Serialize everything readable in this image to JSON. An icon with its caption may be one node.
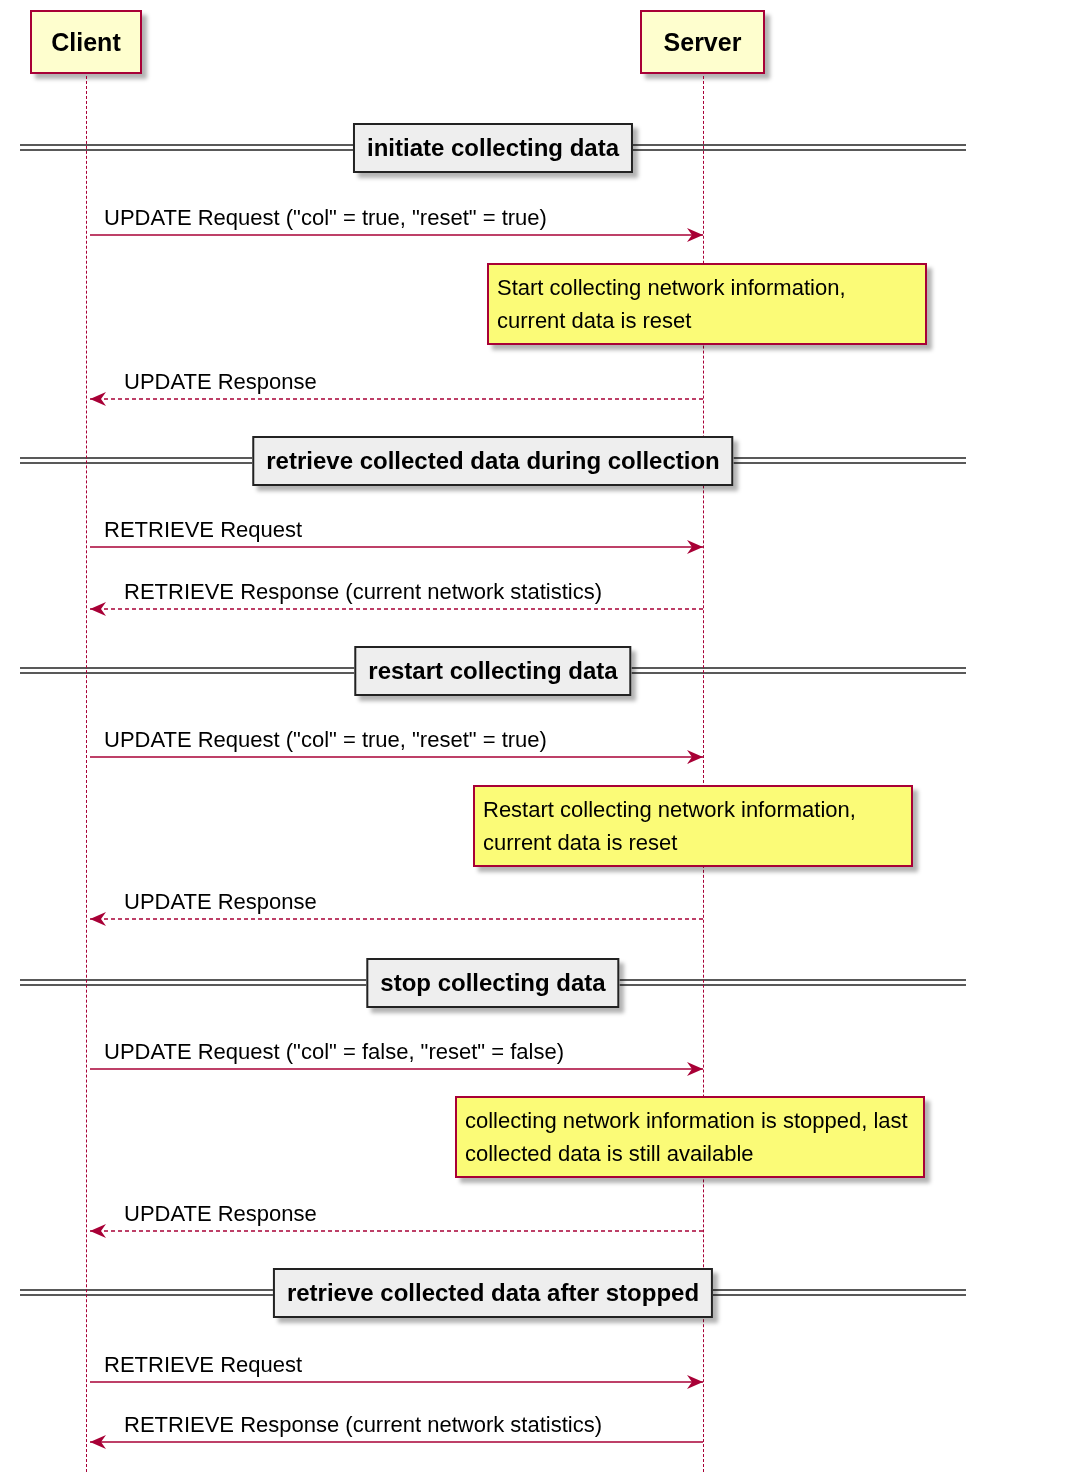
{
  "diagram": {
    "nodes": [
      {
        "text": [
          "Client"
        ]
      },
      {
        "text": [
          "Server"
        ]
      },
      {
        "text": [],
        "shape": "line"
      },
      {
        "text": [],
        "shape": "line"
      },
      {
        "text": [
          "initiate collecting data"
        ]
      },
      {
        "text": [
          "Start collecting network information, current data is reset"
        ]
      },
      {
        "text": [
          "retrieve collected data during collection"
        ]
      },
      {
        "text": [
          "restart collecting data"
        ]
      },
      {
        "text": [
          "Restart collecting network information, current data is reset"
        ]
      },
      {
        "text": [
          "stop collecting data"
        ]
      },
      {
        "text": [
          "collecting network information is stopped, last collected data is still available"
        ]
      },
      {
        "text": [
          "retrieve collected data after stopped"
        ]
      }
    ],
    "edges": [
      {
        "from": 2,
        "to": 3,
        "arrow": "to",
        "label": "UPDATE Request (\"col\" = true, \"reset\" = true)"
      },
      {
        "from": 3,
        "to": 2,
        "arrow": "to",
        "label": "UPDATE Response",
        "style": "dashed"
      },
      {
        "from": 2,
        "to": 3,
        "arrow": "to",
        "label": "RETRIEVE Request"
      },
      {
        "from": 3,
        "to": 2,
        "arrow": "to",
        "label": "RETRIEVE Response (current network statistics)",
        "style": "dashed"
      },
      {
        "from": 2,
        "to": 3,
        "arrow": "to",
        "label": "UPDATE Request (\"col\" = true, \"reset\" = true)"
      },
      {
        "from": 3,
        "to": 2,
        "arrow": "to",
        "label": "UPDATE Response",
        "style": "dashed"
      },
      {
        "from": 2,
        "to": 3,
        "arrow": "to",
        "label": "UPDATE Request (\"col\" = false, \"reset\" = false)"
      },
      {
        "from": 3,
        "to": 2,
        "arrow": "to",
        "label": "UPDATE Response",
        "style": "dashed"
      },
      {
        "from": 2,
        "to": 3,
        "arrow": "to",
        "label": "RETRIEVE Request"
      },
      {
        "from": 3,
        "to": 2,
        "arrow": "to",
        "label": "RETRIEVE Response (current network statistics)"
      }
    ]
  }
}
